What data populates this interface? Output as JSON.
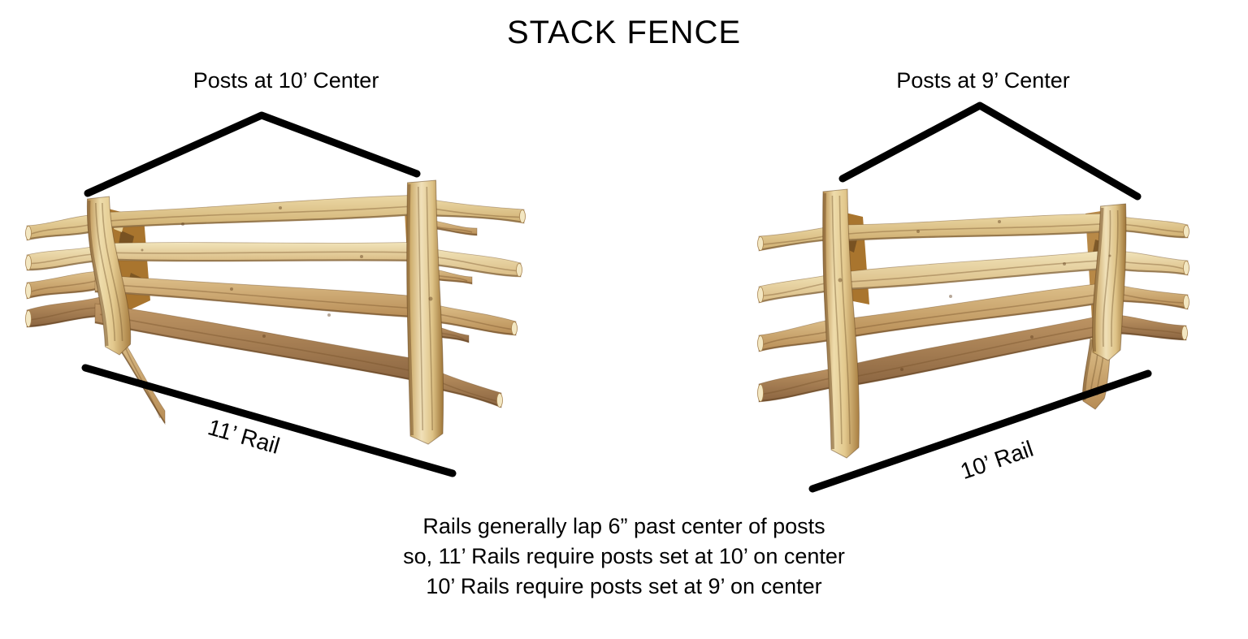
{
  "title": "STACK FENCE",
  "colors": {
    "background": "#ffffff",
    "annotation": "#000000",
    "text": "#000000",
    "wood_light": "#f2e5bb",
    "wood_tan": "#d9bb83",
    "wood_golden": "#c9a25e",
    "wood_brown": "#8a6440"
  },
  "left_panel": {
    "caption": "Posts at 10’ Center",
    "rail_label": "11’ Rail"
  },
  "right_panel": {
    "caption": "Posts at 9’ Center",
    "rail_label": "10’ Rail"
  },
  "footnote": {
    "lines": [
      "Rails generally lap 6” past center of posts",
      "so, 11’ Rails require posts set at 10’ on center",
      "10’ Rails require posts set at 9’ on center"
    ]
  }
}
